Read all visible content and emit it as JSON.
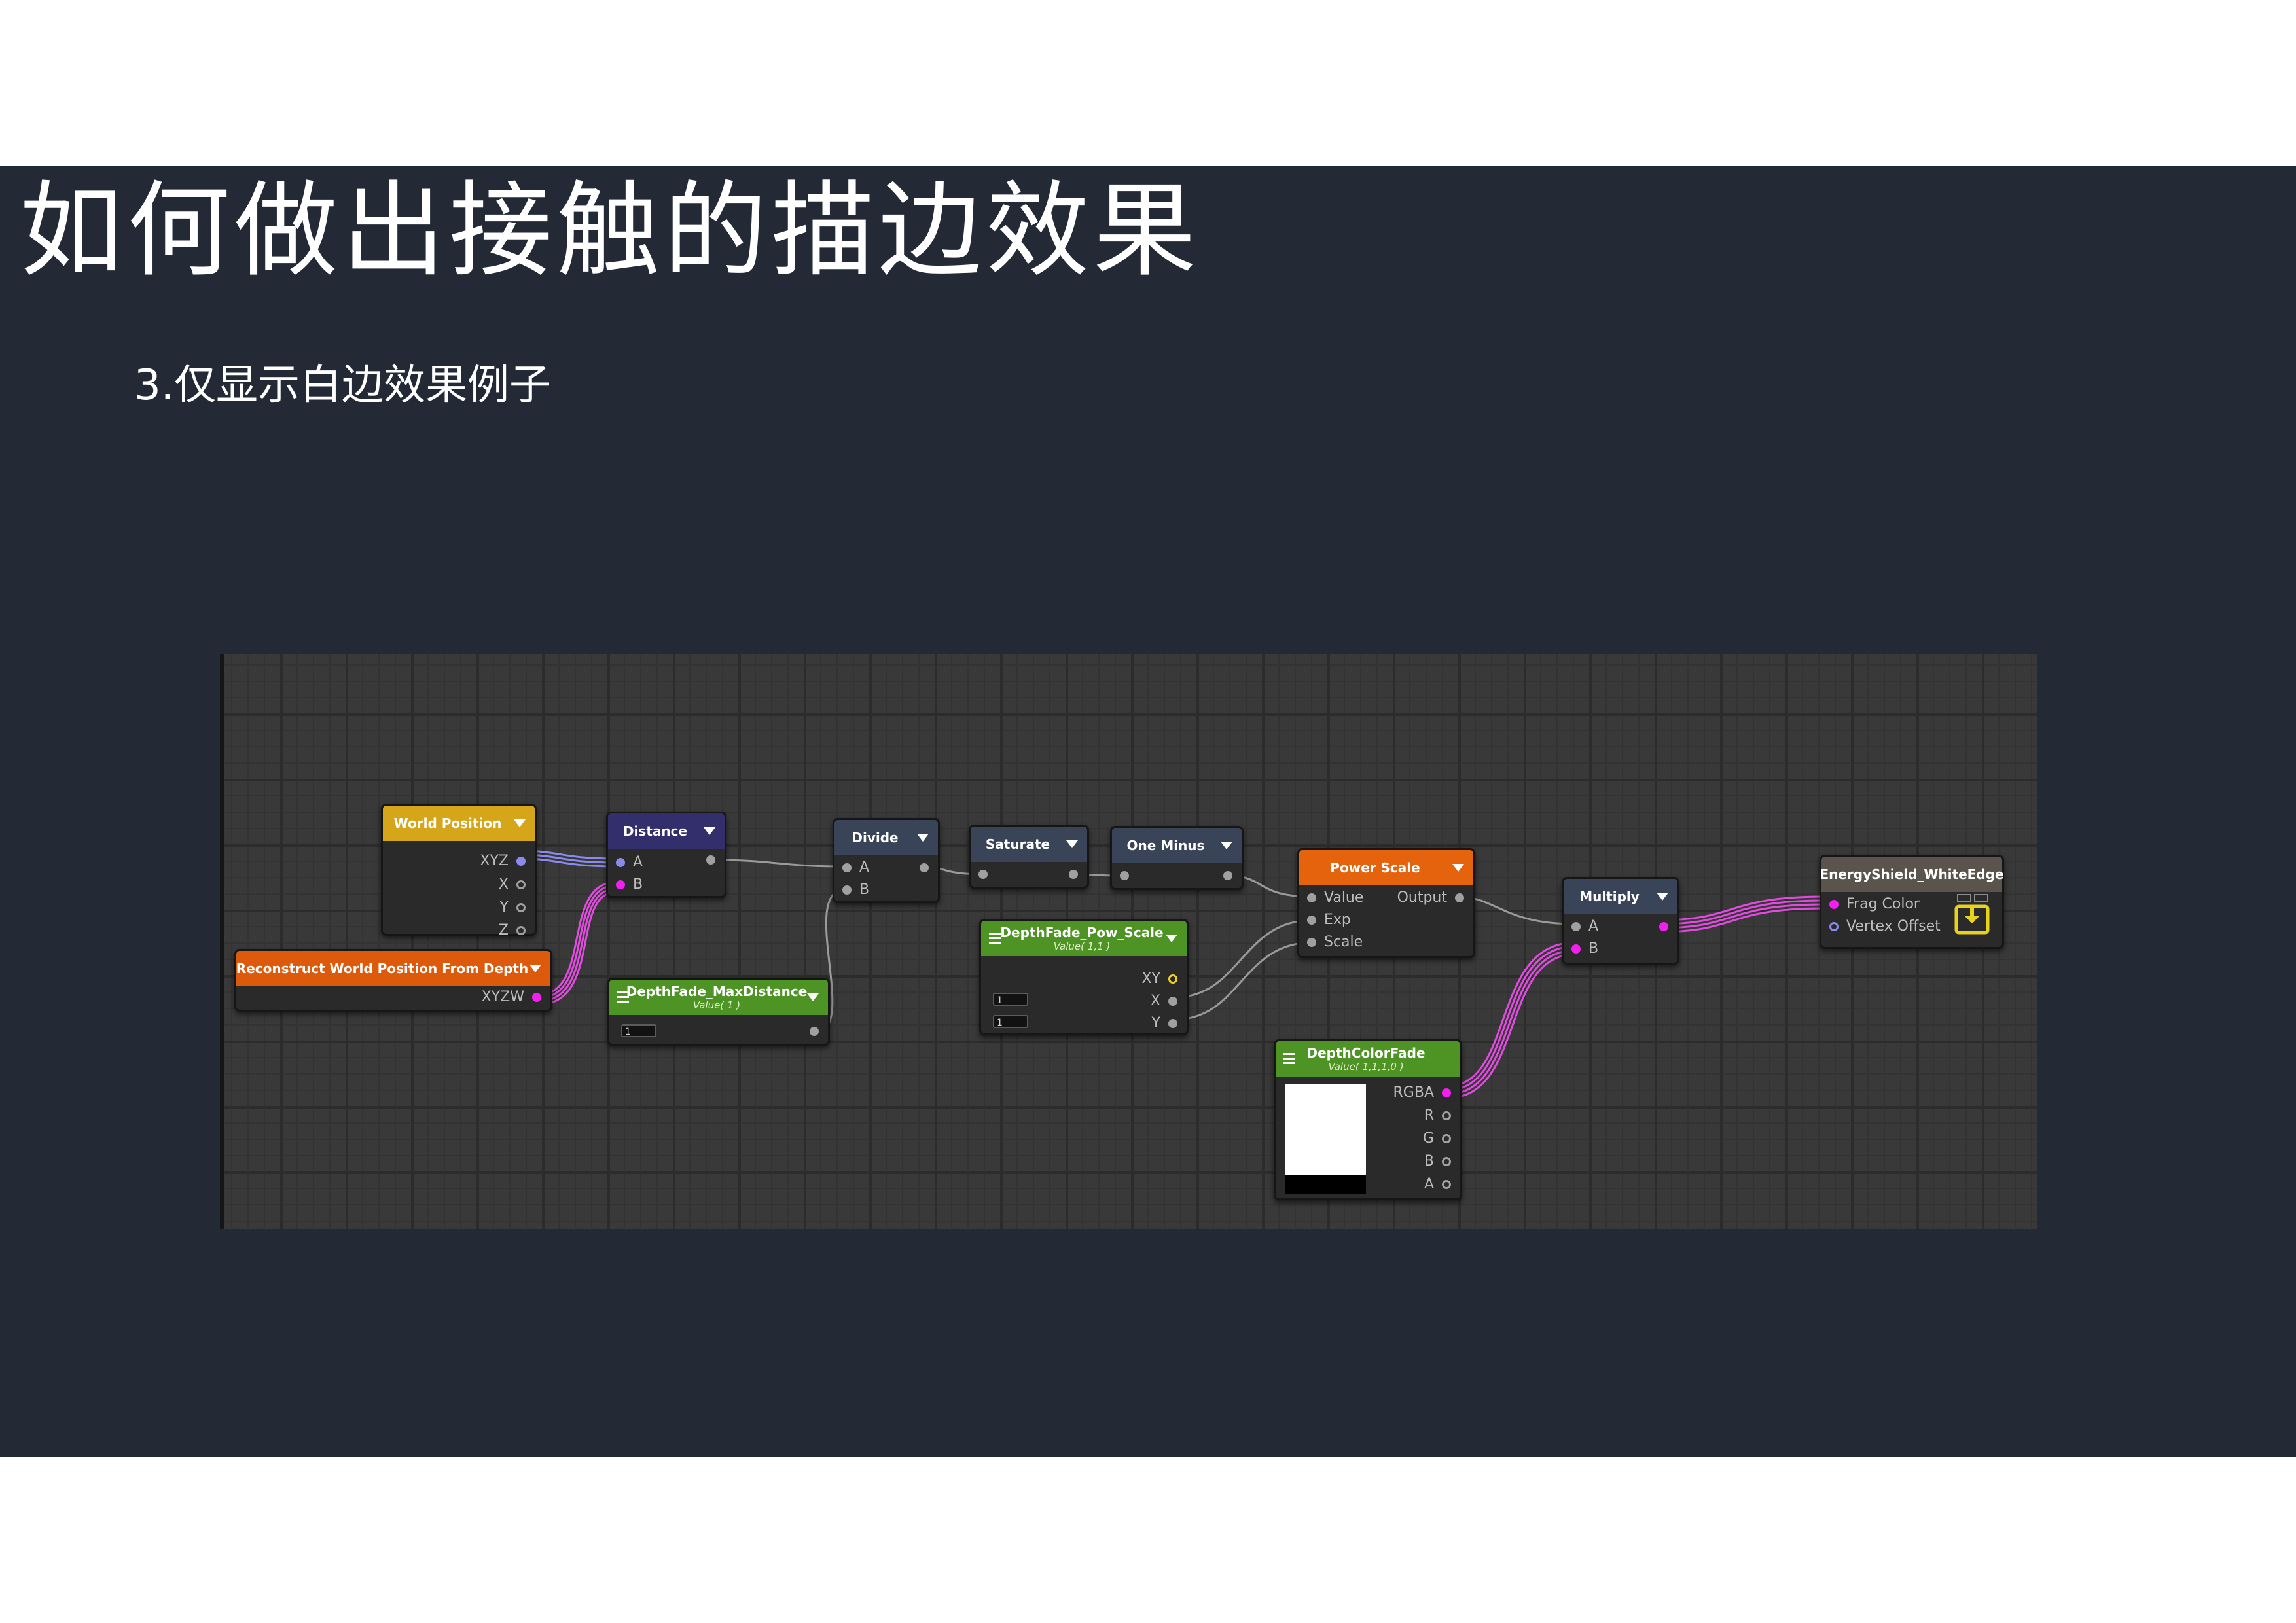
{
  "slide": {
    "title": "如何做出接触的描边效果",
    "subtitle": "3.仅显示白边效果例子"
  },
  "colors": {
    "slide_background": "#232a36",
    "graph_background": "#393939",
    "world_position_header": "#d5a51a",
    "reconstruct_header": "#dd5a0c",
    "math_header": "#3a4458",
    "distance_header": "#322f6c",
    "property_header": "#4d9424",
    "power_scale_header": "#e4630c",
    "master_header": "#5a544c",
    "wire_vector": "#8a8aef",
    "wire_color": "#e24be0",
    "wire_float": "#9a9a9a"
  },
  "nodes": {
    "world_position": {
      "title": "World Position",
      "outputs": [
        "XYZ",
        "X",
        "Y",
        "Z"
      ]
    },
    "reconstruct": {
      "title": "Reconstruct World Position From Depth",
      "outputs": [
        "XYZW"
      ]
    },
    "distance": {
      "title": "Distance",
      "inputs": [
        "A",
        "B"
      ]
    },
    "max_distance": {
      "title": "DepthFade_MaxDistance",
      "subtitle": "Value( 1 )",
      "field": "1"
    },
    "divide": {
      "title": "Divide",
      "inputs": [
        "A",
        "B"
      ]
    },
    "saturate": {
      "title": "Saturate"
    },
    "one_minus": {
      "title": "One Minus"
    },
    "pow_scale": {
      "title": "DepthFade_Pow_Scale",
      "subtitle": "Value( 1,1 )",
      "outputs": [
        "XY",
        "X",
        "Y"
      ],
      "fields": [
        "1",
        "1"
      ]
    },
    "power_scale": {
      "title": "Power Scale",
      "inputs": [
        "Value",
        "Exp",
        "Scale"
      ],
      "output": "Output"
    },
    "color_fade": {
      "title": "DepthColorFade",
      "subtitle": "Value( 1,1,1,0 )",
      "outputs": [
        "RGBA",
        "R",
        "G",
        "B",
        "A"
      ]
    },
    "multiply": {
      "title": "Multiply",
      "inputs": [
        "A",
        "B"
      ]
    },
    "master": {
      "title": "EnergyShield_WhiteEdge",
      "inputs": [
        "Frag Color",
        "Vertex Offset"
      ],
      "icon": "download-icon"
    }
  }
}
